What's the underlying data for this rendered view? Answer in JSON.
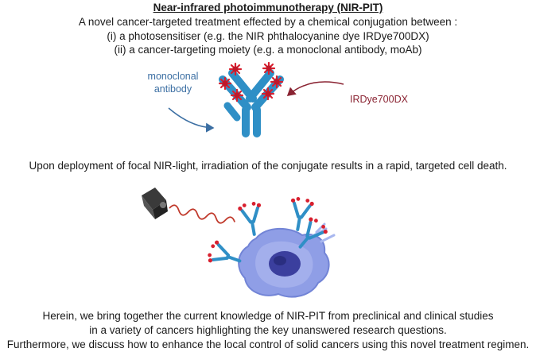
{
  "title": "Near-infrared photoimmunotherapy (NIR-PIT)",
  "intro": {
    "line1": "A novel cancer-targeted treatment effected by a chemical conjugation between :",
    "line2": "(i) a photosensitiser (e.g. the NIR phthalocyanine dye IRDye700DX)",
    "line3": "(ii) a cancer-targeting moiety (e.g. a monoclonal antibody, moAb)"
  },
  "diagram": {
    "antibody_label_1": "monoclonal",
    "antibody_label_2": "antibody",
    "dye_label": "IRDye700DX",
    "colors": {
      "antibody": "#2f8fc6",
      "dye": "#d8202f",
      "antibody_label": "#3c6fa3",
      "dye_label": "#8a2332",
      "cell": "#8f9ee6",
      "nucleus": "#3b3f9e",
      "light_wave": "#c0392b"
    },
    "icons": [
      "antibody-icon",
      "dye-molecule-icon",
      "nir-light-source-icon",
      "cancer-cell-icon"
    ]
  },
  "middle_text": "Upon deployment of focal NIR-light, irradiation of the conjugate results in a rapid, targeted cell death.",
  "summary": {
    "line1": "Herein, we bring together the current knowledge of NIR-PIT from preclinical and clinical studies",
    "line2": "in a variety of cancers highlighting the key unanswered research questions.",
    "line3": "Furthermore, we discuss how to enhance the local control of solid cancers using this novel treatment regimen."
  }
}
